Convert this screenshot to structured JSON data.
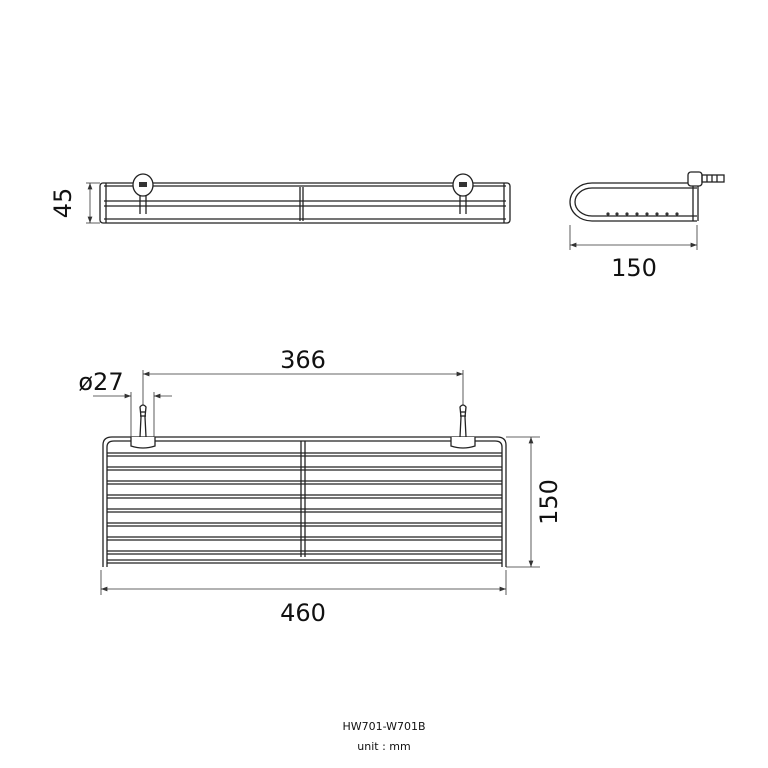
{
  "dimensions": {
    "front_height": "45",
    "side_depth": "150",
    "mount_spacing": "366",
    "mount_diameter": "ø27",
    "top_depth": "150",
    "total_width": "460"
  },
  "footer": {
    "model": "HW701-W701B",
    "unit": "unit : mm"
  }
}
